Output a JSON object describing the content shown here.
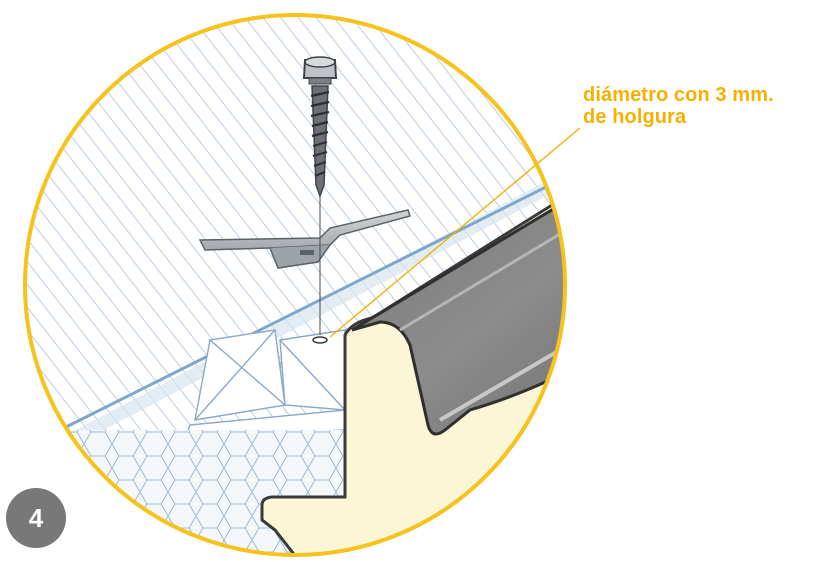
{
  "annotation": {
    "line1": "diámetro con 3 mm.",
    "line2": "de holgura"
  },
  "step": {
    "number": "4"
  },
  "colors": {
    "accent": "#f5b000",
    "badge": "#787878",
    "hatch_blue": "#8fb0d0",
    "foam": "#fbf6d6",
    "metal_dark": "#4f4f4f",
    "metal_light": "#8a8a8a",
    "clip_steel": "#b9bcbf"
  },
  "icons": {
    "screw": "hex-head-screw-icon",
    "clip": "fixing-clip-icon"
  }
}
